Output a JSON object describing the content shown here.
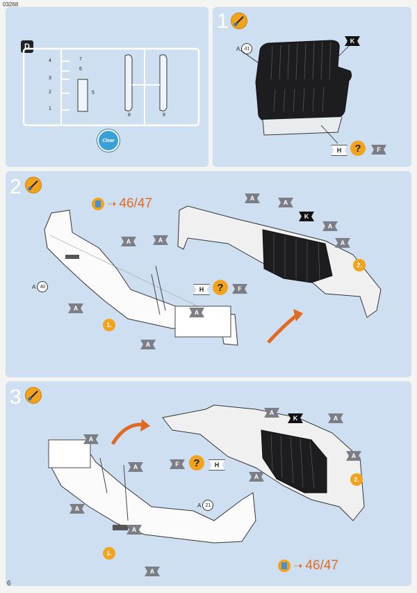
{
  "doc_code": "03268",
  "page_number": "6",
  "sprue_panel": {
    "sprue_letter": "D",
    "part_numbers": [
      "7",
      "6",
      "5",
      "4",
      "3",
      "2",
      "1",
      "8",
      "9"
    ],
    "clear_label": "Clear"
  },
  "step1": {
    "number": "1",
    "part_callout": {
      "letter": "A",
      "part": "41"
    },
    "tags": [
      {
        "label": "K",
        "style": "black"
      },
      {
        "label": "H",
        "style": "white"
      },
      {
        "label": "?",
        "style": "question"
      },
      {
        "label": "F",
        "style": "grey"
      }
    ]
  },
  "step2": {
    "number": "2",
    "page_ref": "46/47",
    "part_callout": {
      "letter": "A",
      "part": "40"
    },
    "order_labels": [
      "1.",
      "2."
    ],
    "tags_left": [
      "A",
      "A",
      "A",
      "A",
      "A"
    ],
    "tags_right": [
      "A",
      "A",
      "K",
      "A",
      "A"
    ],
    "color_mix": [
      "H",
      "?",
      "F"
    ]
  },
  "step3": {
    "number": "3",
    "page_ref": "46/47",
    "part_callout": {
      "letter": "A",
      "part": "21"
    },
    "order_labels": [
      "1.",
      "2."
    ],
    "tags_left": [
      "A",
      "A",
      "A",
      "A",
      "A"
    ],
    "tags_right": [
      "A",
      "K",
      "A",
      "A",
      "A"
    ],
    "color_mix": [
      "F",
      "?",
      "H"
    ]
  },
  "colors": {
    "panel_bg": "#cfdff2",
    "accent_orange": "#f2a31b",
    "arrow_orange": "#e06a22",
    "tag_grey": "#7b7e84"
  }
}
